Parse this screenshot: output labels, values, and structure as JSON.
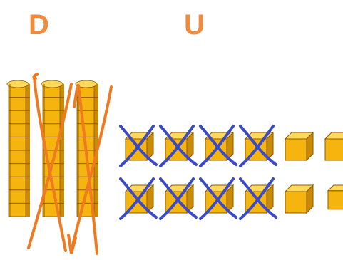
{
  "headers": {
    "tens": "D",
    "units": "U"
  },
  "colors": {
    "header": "#F08A3C",
    "block_face": "#F6B40F",
    "block_top": "#FFD95A",
    "block_side": "#C98A05",
    "block_outline": "#8C5A00",
    "tens_cross": "#F07A22",
    "units_cross": "#3B4BC8"
  },
  "tens": {
    "total": 3,
    "crossed_out": 2
  },
  "units": {
    "total": 12,
    "crossed_out": 8,
    "rows": 2
  },
  "icons": [
    "ten-rod-block",
    "unit-cube",
    "orange-cross-mark",
    "blue-cross-mark"
  ]
}
